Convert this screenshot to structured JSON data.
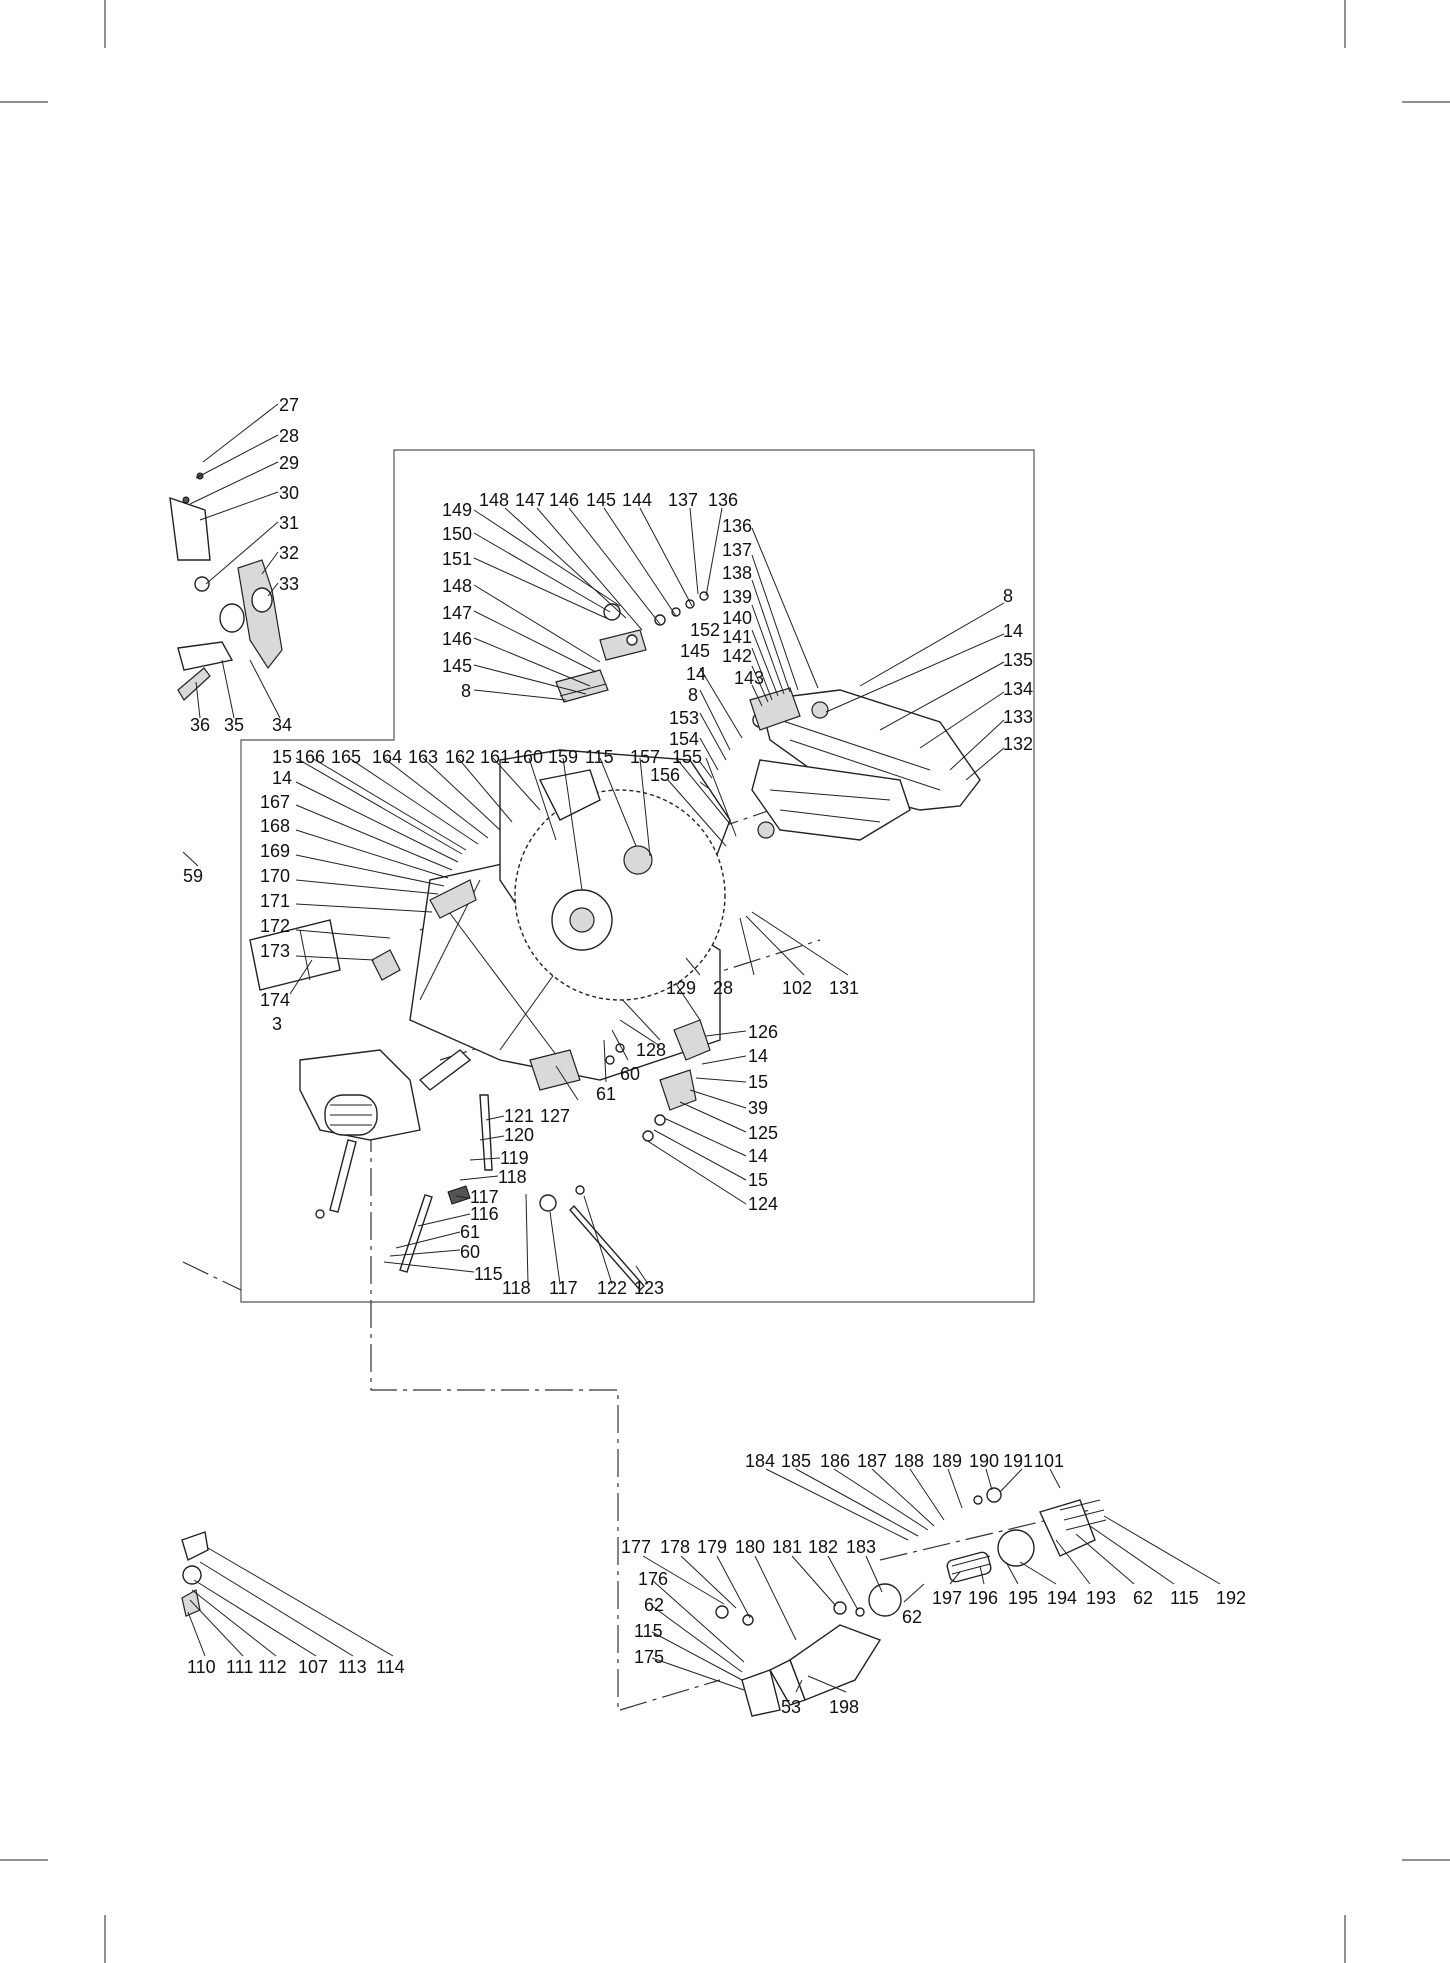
{
  "labels": {
    "top_left_assembly": [
      "27",
      "28",
      "29",
      "30",
      "31",
      "32",
      "33",
      "34",
      "35",
      "36"
    ],
    "left_edge": [
      "59"
    ],
    "upper_guard_assembly": [
      "149",
      "148",
      "147",
      "146",
      "145",
      "144",
      "137",
      "136",
      "136",
      "137",
      "138",
      "139",
      "140",
      "141",
      "142",
      "143",
      "150",
      "151",
      "148",
      "147",
      "146",
      "145",
      "8",
      "152",
      "145",
      "14",
      "8",
      "153",
      "154",
      "8",
      "14",
      "135",
      "134",
      "133",
      "132"
    ],
    "blade_assembly": [
      "15",
      "166",
      "165",
      "164",
      "163",
      "162",
      "161",
      "160",
      "159",
      "115",
      "157",
      "155",
      "156",
      "14",
      "167",
      "168",
      "169",
      "170",
      "171",
      "172",
      "173",
      "174",
      "3",
      "129",
      "28",
      "102",
      "131",
      "128",
      "60",
      "61",
      "127",
      "126",
      "14",
      "15",
      "39",
      "125",
      "14",
      "15",
      "124"
    ],
    "lower_arm_assembly": [
      "121",
      "120",
      "119",
      "118",
      "117",
      "116",
      "61",
      "60",
      "115",
      "118",
      "117",
      "122",
      "123"
    ],
    "motor_assembly": [
      "184",
      "185",
      "186",
      "187",
      "188",
      "189",
      "190",
      "191",
      "101",
      "177",
      "178",
      "179",
      "180",
      "181",
      "182",
      "183",
      "176",
      "62",
      "115",
      "175",
      "53",
      "198",
      "197",
      "196",
      "195",
      "194",
      "193",
      "62",
      "115",
      "192",
      "62"
    ],
    "bottom_left_assembly": [
      "110",
      "111",
      "112",
      "107",
      "113",
      "114"
    ]
  }
}
